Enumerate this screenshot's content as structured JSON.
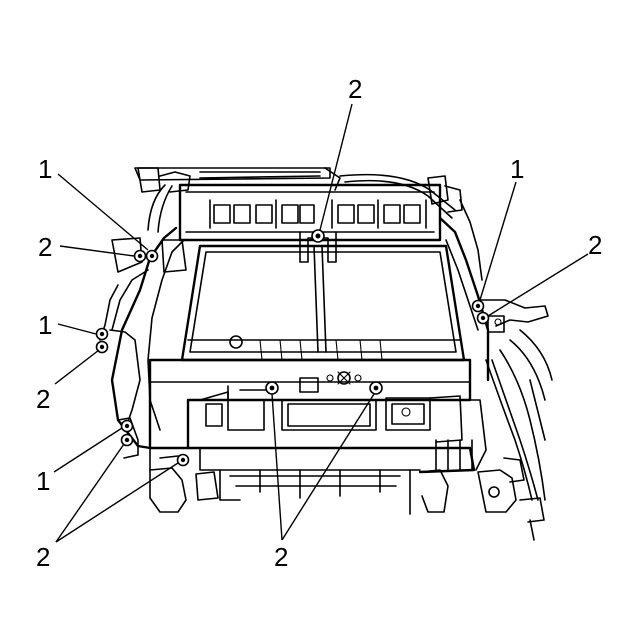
{
  "callouts": {
    "c1": "2",
    "c2": "1",
    "c3": "1",
    "c4": "2",
    "c5": "2",
    "c6": "1",
    "c7": "2",
    "c8": "1",
    "c9": "2",
    "c10": "2"
  }
}
